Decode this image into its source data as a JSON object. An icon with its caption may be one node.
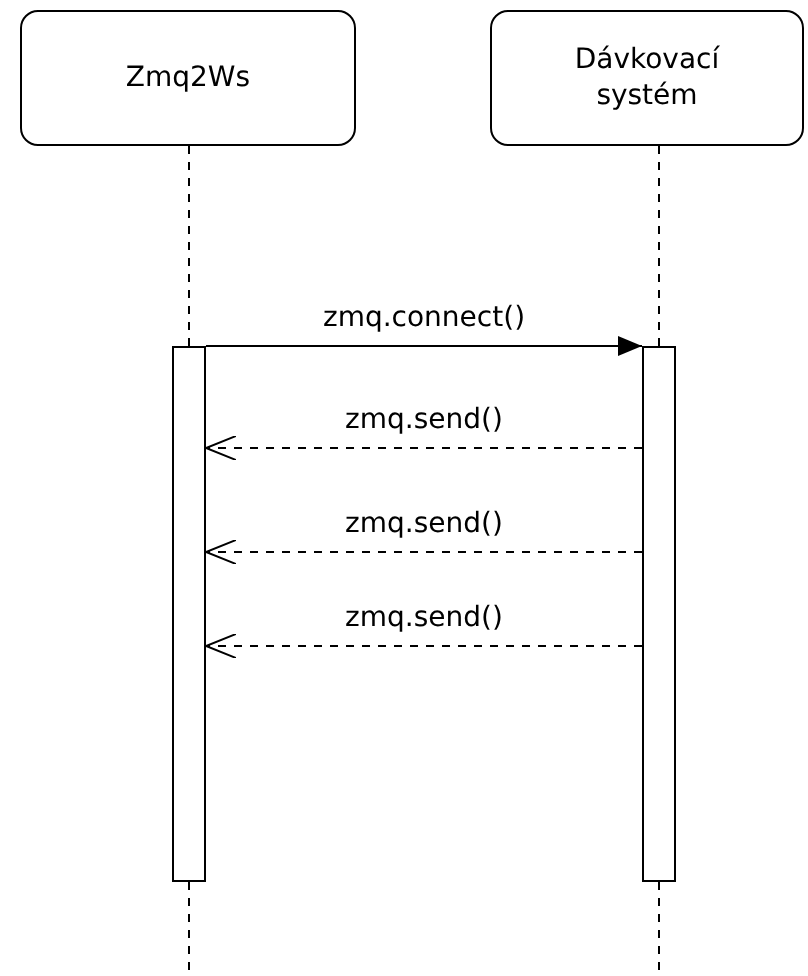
{
  "diagram": {
    "nodes": [
      {
        "text": [
          "Zmq2Ws"
        ]
      },
      {
        "text": [
          "Dávkovací systém"
        ]
      },
      {
        "text": [],
        "shape": "bar"
      },
      {
        "text": [],
        "shape": "bar"
      }
    ],
    "edges": [
      {
        "from": 0,
        "to": 2,
        "arrow": "none",
        "style": "dashed"
      },
      {
        "from": 1,
        "to": 3,
        "arrow": "none",
        "style": "dashed"
      },
      {
        "from": 2,
        "to": 3,
        "label": "zmq.connect()",
        "arrow": "to"
      },
      {
        "from": 3,
        "to": 2,
        "label": "zmq.send()",
        "arrow": "to",
        "style": "dashed"
      },
      {
        "from": 3,
        "to": 2,
        "label": "zmq.send()",
        "arrow": "to",
        "style": "dashed"
      },
      {
        "from": 3,
        "to": 2,
        "label": "zmq.send()",
        "arrow": "to",
        "style": "dashed"
      }
    ]
  }
}
